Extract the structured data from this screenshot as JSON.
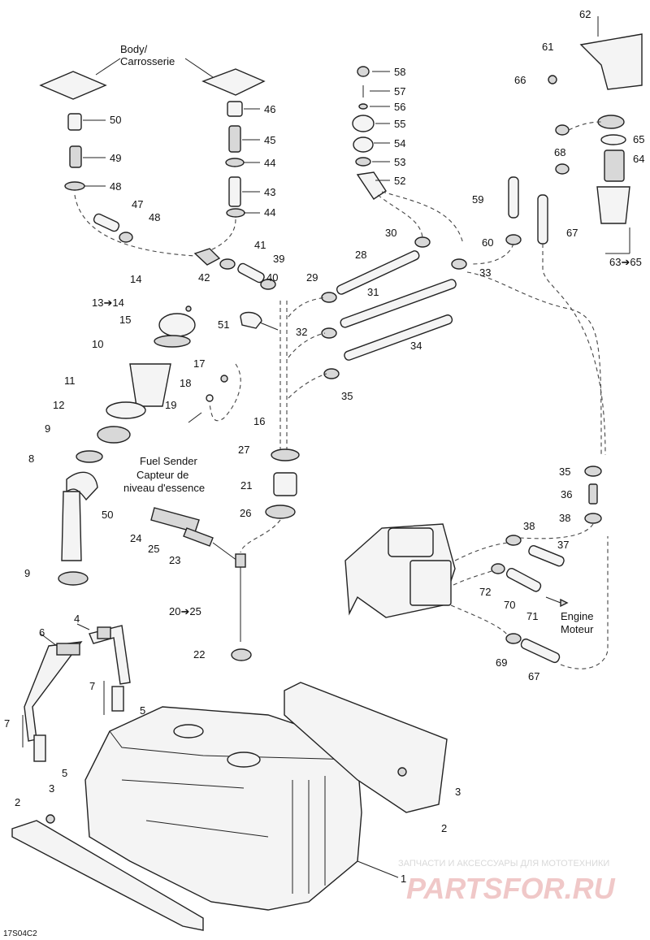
{
  "callouts": {
    "body_fr": "Body/",
    "body_fr2": "Carrosserie",
    "fuel_sender_en": "Fuel Sender",
    "fuel_sender_fr": "Capteur de",
    "fuel_sender_fr2": "niveau d'essence",
    "engine_en": "Engine",
    "engine_fr": "Moteur",
    "range_13_14": "13➔14",
    "range_20_25": "20➔25",
    "range_63_65": "63➔65",
    "oil_50": "50"
  },
  "parts": {
    "p1": "1",
    "p2a": "2",
    "p2b": "2",
    "p3a": "3",
    "p3b": "3",
    "p4": "4",
    "p5a": "5",
    "p5b": "5",
    "p6": "6",
    "p7a": "7",
    "p7b": "7",
    "p8": "8",
    "p9a": "9",
    "p9b": "9",
    "p10": "10",
    "p11": "11",
    "p12": "12",
    "p14": "14",
    "p15": "15",
    "p16": "16",
    "p17": "17",
    "p18": "18",
    "p19": "19",
    "p21": "21",
    "p22": "22",
    "p23": "23",
    "p24": "24",
    "p25": "25",
    "p26": "26",
    "p27": "27",
    "p28": "28",
    "p29": "29",
    "p30": "30",
    "p31": "31",
    "p32": "32",
    "p33": "33",
    "p34": "34",
    "p35a": "35",
    "p35b": "35",
    "p36": "36",
    "p37": "37",
    "p38a": "38",
    "p38b": "38",
    "p39": "39",
    "p40": "40",
    "p41": "41",
    "p42": "42",
    "p43": "43",
    "p44a": "44",
    "p44b": "44",
    "p45": "45",
    "p46": "46",
    "p47": "47",
    "p48a": "48",
    "p48b": "48",
    "p49": "49",
    "p50": "50",
    "p51": "51",
    "p52": "52",
    "p53": "53",
    "p54": "54",
    "p55": "55",
    "p56": "56",
    "p57": "57",
    "p58": "58",
    "p59": "59",
    "p60": "60",
    "p61": "61",
    "p62": "62",
    "p64": "64",
    "p65": "65",
    "p66": "66",
    "p67a": "67",
    "p67b": "67",
    "p68": "68",
    "p69": "69",
    "p70": "70",
    "p71": "71",
    "p72": "72"
  },
  "footer": {
    "code": "17S04C2",
    "watermark_top": "ЗАПЧАСТИ И АКСЕССУАРЫ ДЛЯ МОТОТЕХНИКИ",
    "watermark_brand": "PARTSFOR.RU"
  }
}
